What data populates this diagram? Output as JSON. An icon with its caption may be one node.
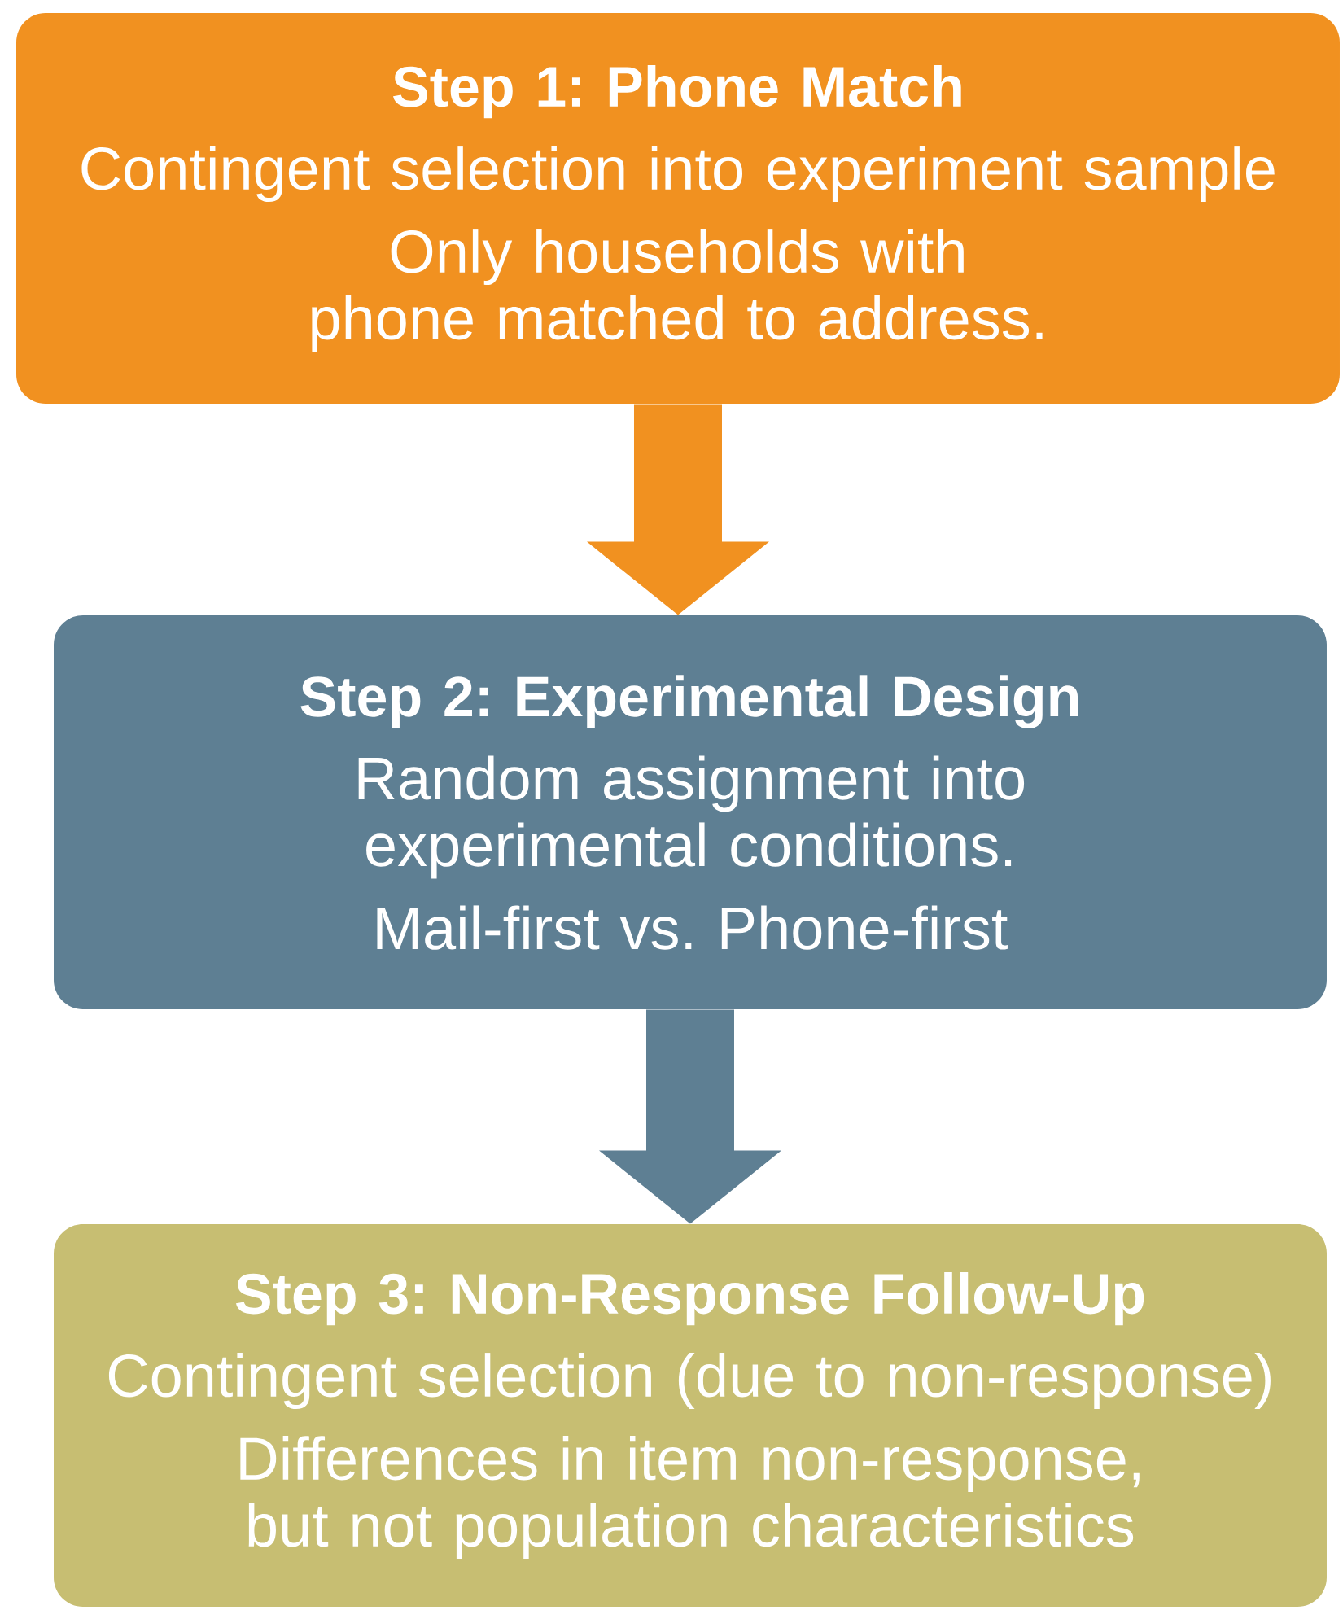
{
  "diagram": {
    "nodes": [
      {
        "text": [
          "Step 1: Phone Match",
          "Contingent selection into experiment sample",
          "Only households with phone matched to address."
        ]
      },
      {
        "text": [
          "Step 2: Experimental Design",
          "Random assignment into experimental conditions.",
          "Mail-first vs. Phone-first"
        ]
      },
      {
        "text": [
          "Step 3: Non-Response Follow-Up",
          "Contingent selection (due to non-response)",
          "Differences in item non-response, but not population characteristics"
        ]
      }
    ],
    "edges": [
      {
        "from": 0,
        "to": 1,
        "arrow": "to",
        "color": "#f19120"
      },
      {
        "from": 1,
        "to": 2,
        "arrow": "to",
        "color": "#5e7f93"
      }
    ]
  }
}
